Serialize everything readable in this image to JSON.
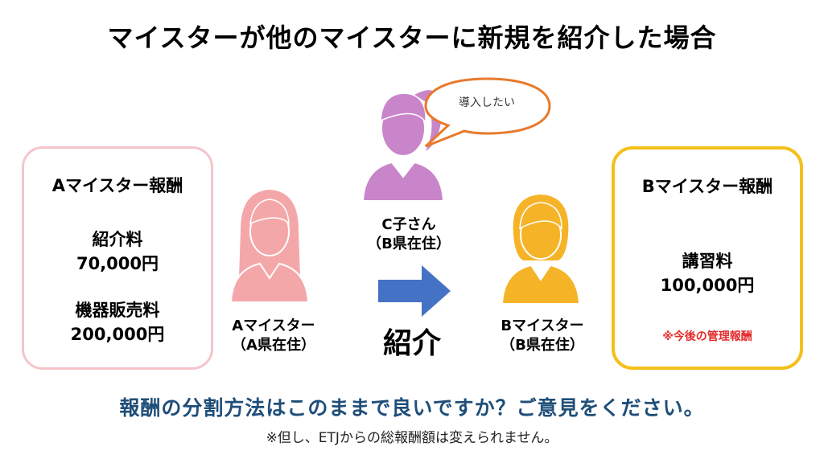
{
  "title": "マイスターが他のマイスターに新規を紹介した場合",
  "box_a": {
    "heading": "Aマイスター報酬",
    "fee1_label": "紹介料",
    "fee1_value": "70,000円",
    "fee2_label": "機器販売料",
    "fee2_value": "200,000円"
  },
  "box_b": {
    "heading": "Bマイスター報酬",
    "fee_label": "講習料",
    "fee_value": "100,000円",
    "note": "※今後の管理報酬"
  },
  "person_a": {
    "name": "Aマイスター",
    "residence": "（A県在住）",
    "color": "#f4a7a9"
  },
  "person_b": {
    "name": "Bマイスター",
    "residence": "（B県在住）",
    "color": "#f5b328"
  },
  "person_c": {
    "name": "C子さん",
    "residence": "（B県在住）",
    "color": "#c985c9",
    "speech": "導入したい"
  },
  "arrow": {
    "label": "紹介",
    "color": "#4472c4"
  },
  "question": "報酬の分割方法はこのままで良いですか？ご意見をください。",
  "footnote": "※但し、ETJからの総報酬額は変えられません。",
  "colors": {
    "box_a_border": "#f5c4cb",
    "box_b_border": "#f4c01a",
    "note_red": "#e32a2a",
    "question_blue": "#1f4e79",
    "bubble_border": "#e87a2c"
  }
}
